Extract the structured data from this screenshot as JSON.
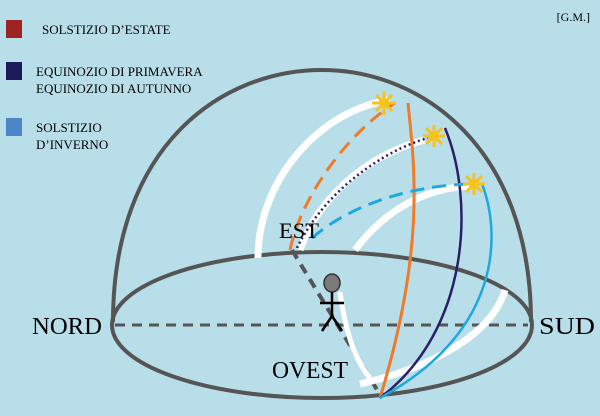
{
  "legend": [
    {
      "label_lines": [
        "SOLSTIZIO D’ESTATE"
      ],
      "color": "#9e2323"
    },
    {
      "label_lines": [
        "EQUINOZIO DI PRIMAVERA",
        "EQUINOZIO DI AUTUNNO"
      ],
      "color": "#1b1a5a"
    },
    {
      "label_lines": [
        "SOLSTIZIO",
        "D’INVERNO"
      ],
      "color": "#4a86c8"
    }
  ],
  "credit": "[G.M.]",
  "directions": {
    "north": "NORD",
    "south": "SUD",
    "east": "EST",
    "west": "OVEST"
  },
  "paths": {
    "summer": "#f07a28",
    "equinox": "#2b1f66",
    "winter": "#1ea8e0"
  },
  "dome_color": "#555555",
  "sun_color": "#f6c21e"
}
